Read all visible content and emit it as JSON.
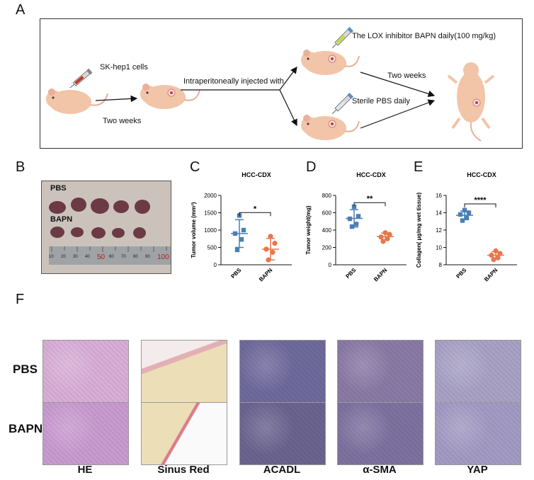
{
  "panels": {
    "A": "A",
    "B": "B",
    "C": "C",
    "D": "D",
    "E": "E",
    "F": "F"
  },
  "schema": {
    "cells_label": "SK-hep1 cells",
    "two_weeks_1": "Two weeks",
    "injected_label": "Intraperitoneally injected with",
    "bapn_label": "The LOX inhibitor BAPN daily(100 mg/kg)",
    "pbs_label": "Sterile PBS daily",
    "two_weeks_2": "Two weeks"
  },
  "photo": {
    "pbs_label": "PBS",
    "bapn_label": "BAPN",
    "ruler_ticks": [
      "10",
      "20",
      "30",
      "40",
      "50",
      "60",
      "70",
      "80",
      "90",
      "100"
    ]
  },
  "colors": {
    "pbs": "#4a7fb5",
    "bapn": "#e8764a"
  },
  "chart_data": [
    {
      "type": "scatter",
      "title": "HCC-CDX",
      "ylabel": "Tumor volume (mm³)",
      "categories": [
        "PBS",
        "BAPN"
      ],
      "ylim": [
        0,
        2000
      ],
      "yticks": [
        0,
        500,
        1000,
        1500,
        2000
      ],
      "significance": "*",
      "series": [
        {
          "name": "PBS",
          "points": [
            1420,
            1000,
            900,
            730,
            430
          ],
          "mean": 900,
          "sd": 400
        },
        {
          "name": "BAPN",
          "points": [
            820,
            620,
            450,
            360,
            140
          ],
          "mean": 450,
          "sd": 310
        }
      ]
    },
    {
      "type": "scatter",
      "title": "HCC-CDX",
      "ylabel": "Tumor weight(mg)",
      "categories": [
        "PBS",
        "BAPN"
      ],
      "ylim": [
        0,
        800
      ],
      "yticks": [
        0,
        200,
        400,
        600,
        800
      ],
      "significance": "**",
      "series": [
        {
          "name": "PBS",
          "points": [
            670,
            560,
            530,
            470,
            440
          ],
          "mean": 535,
          "sd": 100
        },
        {
          "name": "BAPN",
          "points": [
            370,
            350,
            320,
            300,
            270
          ],
          "mean": 325,
          "sd": 40
        }
      ]
    },
    {
      "type": "scatter",
      "title": "HCC-CDX",
      "ylabel": "Collagen( μg/mg wet tissue)",
      "categories": [
        "PBS",
        "BAPN"
      ],
      "ylim": [
        8,
        16
      ],
      "yticks": [
        8,
        10,
        12,
        14,
        16
      ],
      "significance": "****",
      "series": [
        {
          "name": "PBS",
          "points": [
            14.3,
            14.0,
            13.8,
            13.4,
            13.1
          ],
          "mean": 13.7,
          "sd": 0.5
        },
        {
          "name": "BAPN",
          "points": [
            9.6,
            9.3,
            9.1,
            8.8,
            8.6
          ],
          "mean": 9.1,
          "sd": 0.4
        }
      ]
    }
  ],
  "histology": {
    "rows": [
      "PBS",
      "BAPN"
    ],
    "columns": [
      "HE",
      "Sinus Red",
      "ACADL",
      "α-SMA",
      "YAP"
    ]
  }
}
